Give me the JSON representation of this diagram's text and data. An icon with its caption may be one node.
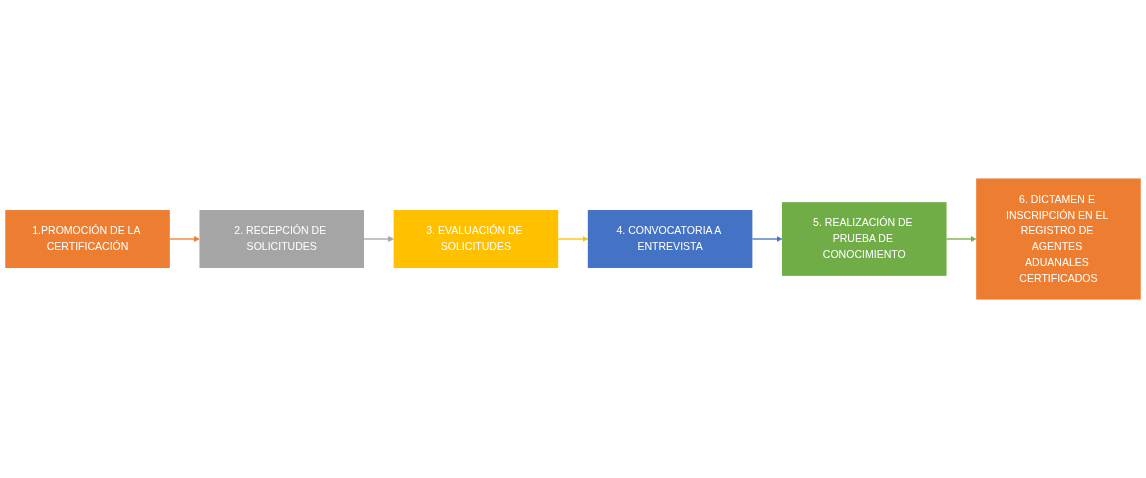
{
  "diagram": {
    "nodes": [
      {
        "text": [
          "1.PROMOCIÓN DE LA CERTIFICACIÓN"
        ]
      },
      {
        "text": [
          "2. RECEPCIÓN DE SOLICITUDES"
        ]
      },
      {
        "text": [
          "3. EVALUACIÓN DE SOLICITUDES"
        ]
      },
      {
        "text": [
          "4. CONVOCATORIA A ENTREVISTA"
        ]
      },
      {
        "text": [
          "5. REALIZACIÓN DE PRUEBA DE CONOCIMIENTO"
        ]
      },
      {
        "text": [
          "6. DICTAMEN E INSCRIPCIÓN EN EL REGISTRO DE AGENTES ADUANALES CERTIFICADOS"
        ]
      }
    ],
    "edges": [
      {
        "from": 0,
        "to": 1,
        "arrow": "to",
        "color": "#ed7d31"
      },
      {
        "from": 1,
        "to": 2,
        "arrow": "to",
        "color": "#a5a5a5"
      },
      {
        "from": 2,
        "to": 3,
        "arrow": "to",
        "color": "#ffc000"
      },
      {
        "from": 3,
        "to": 4,
        "arrow": "to",
        "color": "#4472c4"
      },
      {
        "from": 4,
        "to": 5,
        "arrow": "to",
        "color": "#70ad47"
      }
    ]
  }
}
